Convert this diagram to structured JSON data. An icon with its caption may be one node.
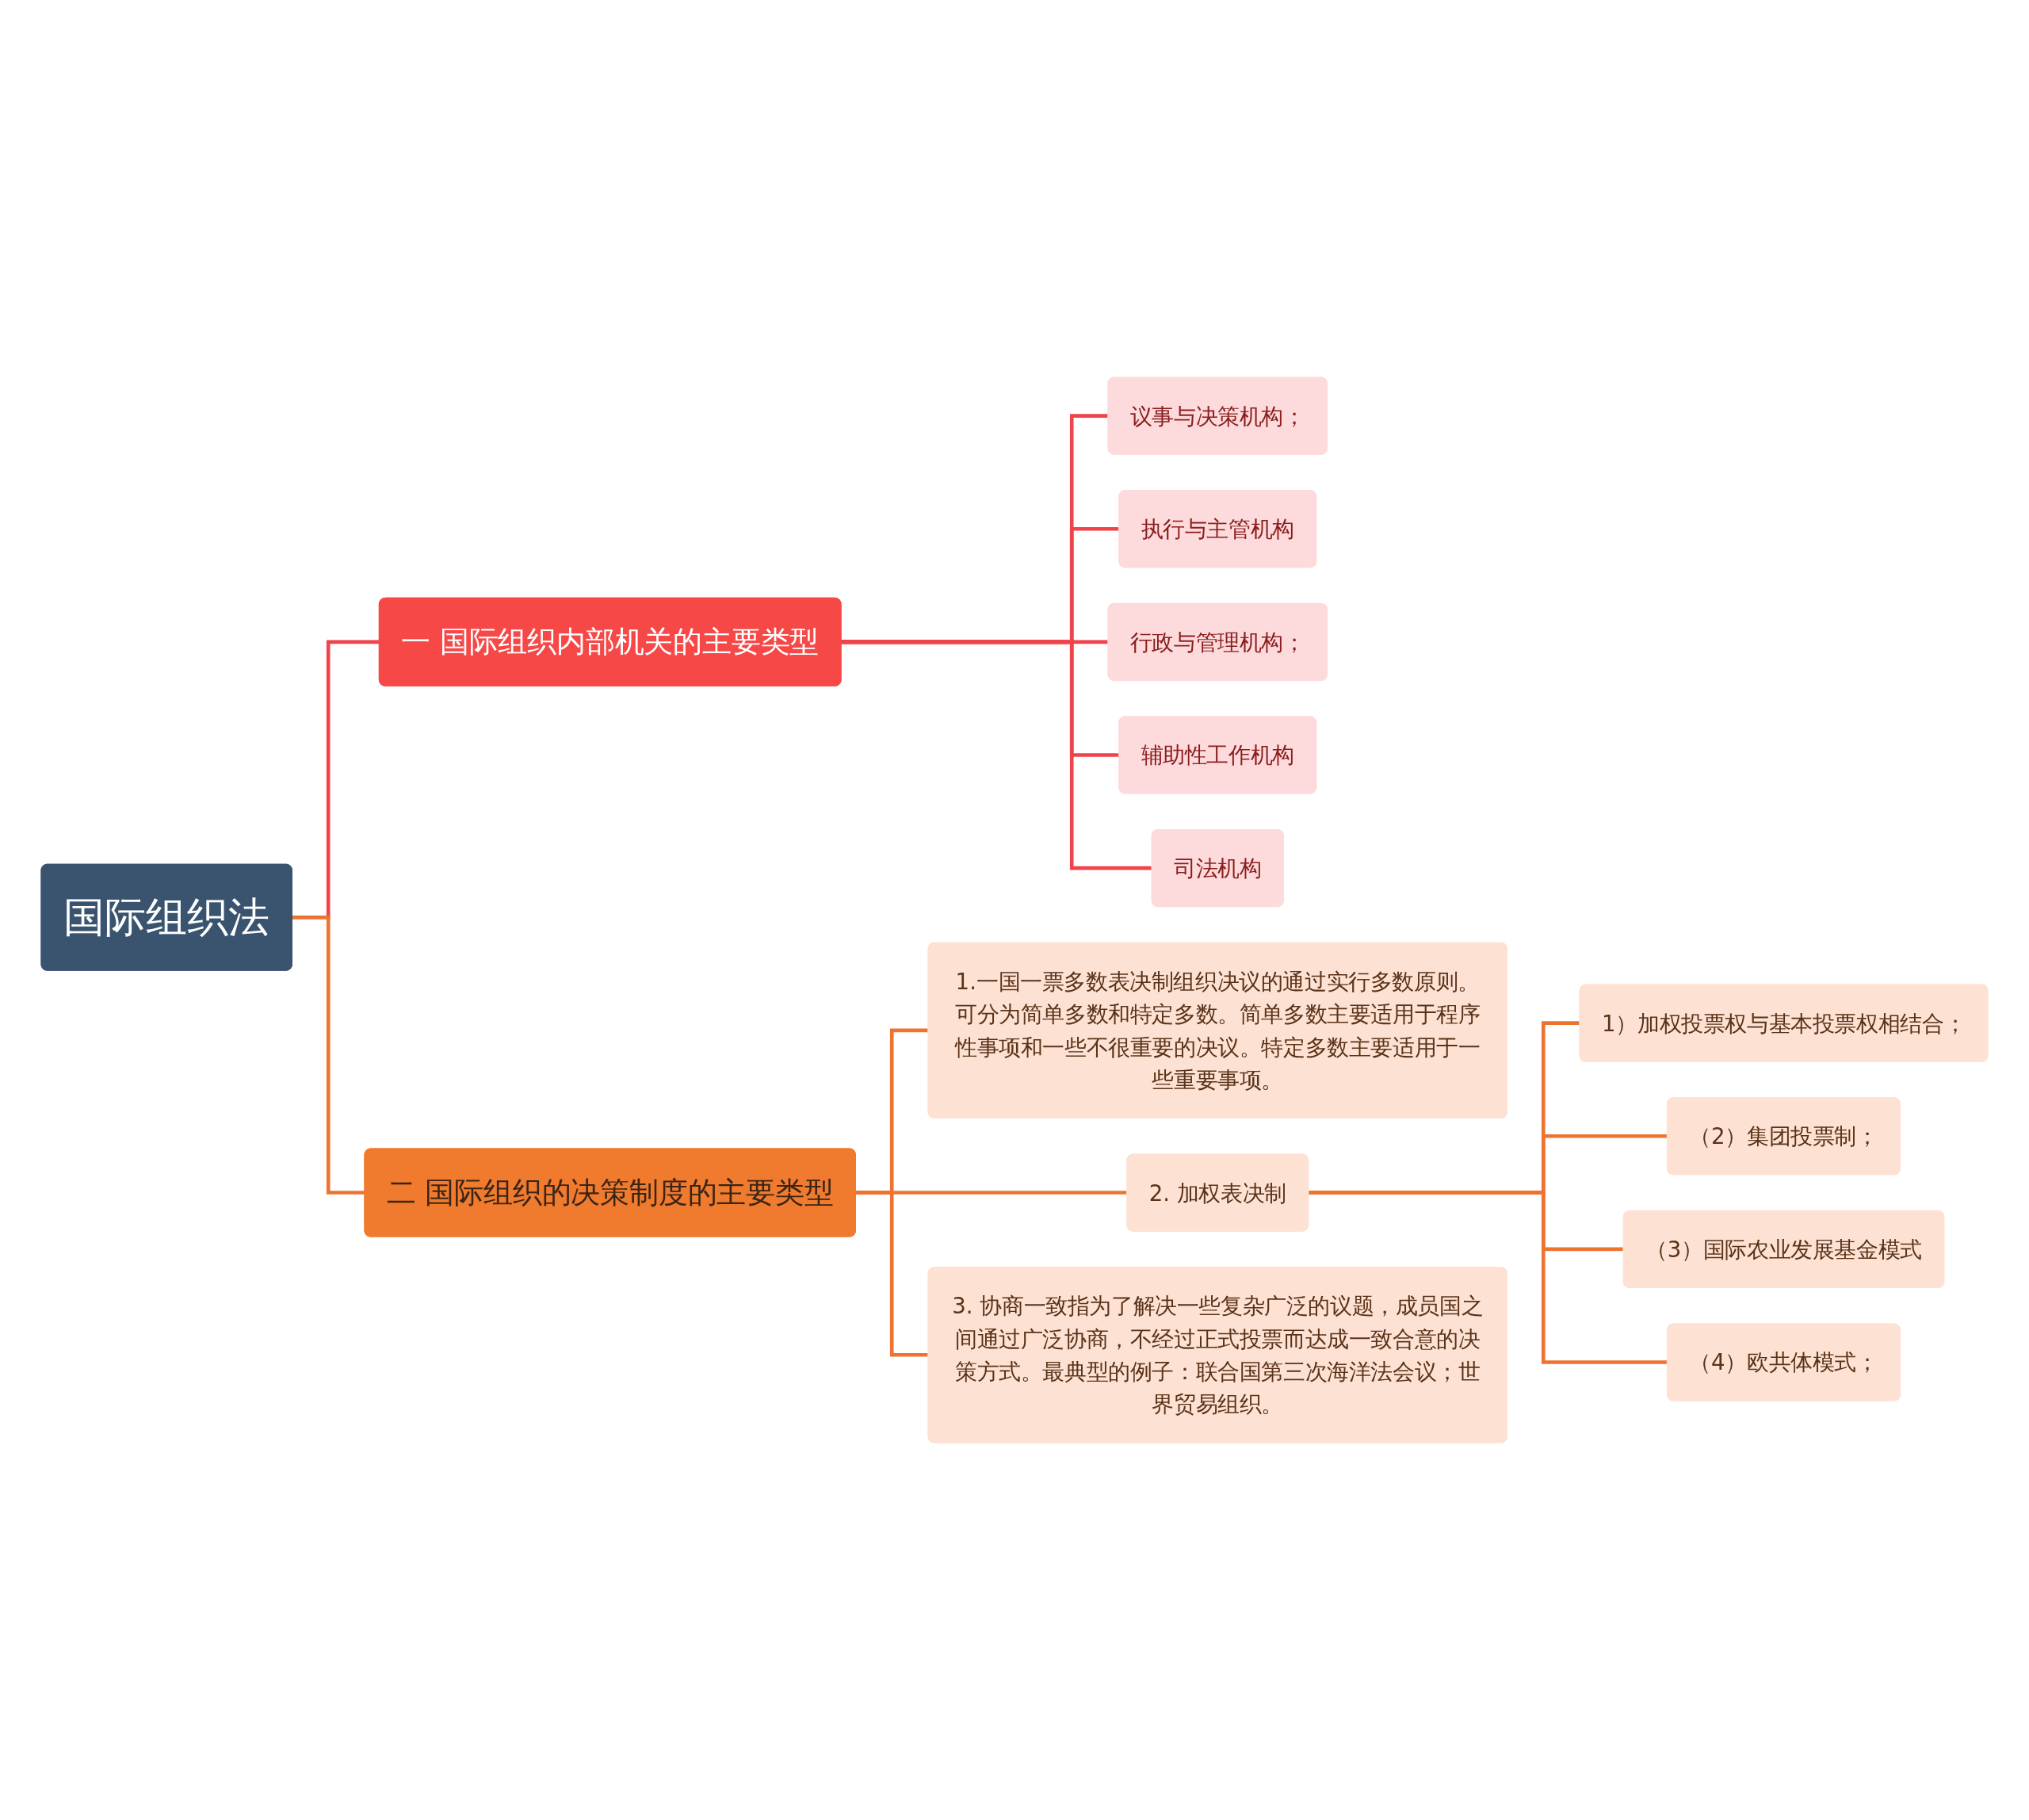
{
  "diagram": {
    "nodes": [
      {
        "text": [
          "国际组织法"
        ]
      },
      {
        "text": [
          "一 国际组织内部机关的主要类型"
        ]
      },
      {
        "text": [
          "议事与决策机构；"
        ]
      },
      {
        "text": [
          "执行与主管机构"
        ]
      },
      {
        "text": [
          "行政与管理机构；"
        ]
      },
      {
        "text": [
          "辅助性工作机构"
        ]
      },
      {
        "text": [
          "司法机构"
        ]
      },
      {
        "text": [
          "二 国际组织的决策制度的主要类型"
        ]
      },
      {
        "text": [
          "1.一国一票多数表决制组织决议的通过实行多数原则。可分为简单多数和特定多数。简单多数主要适用于程序性事项和一些不很重要的决议。特定多数主要适用于一些重要事项。"
        ]
      },
      {
        "text": [
          "2. 加权表决制"
        ]
      },
      {
        "text": [
          "1）加权投票权与基本投票权相结合；"
        ]
      },
      {
        "text": [
          "（2）集团投票制；"
        ]
      },
      {
        "text": [
          "（3）国际农业发展基金模式"
        ]
      },
      {
        "text": [
          "（4）欧共体模式；"
        ]
      },
      {
        "text": [
          "3. 协商一致指为了解决一些复杂广泛的议题，成员国之间通过广泛协商，不经过正式投票而达成一致合意的决策方式。最典型的例子：联合国第三次海洋法会议；世界贸易组织。"
        ]
      }
    ],
    "edges": [
      {
        "from": 0,
        "to": 1,
        "arrow": "none",
        "color": "#f0434a"
      },
      {
        "from": 1,
        "to": 2,
        "arrow": "none",
        "color": "#f0434a"
      },
      {
        "from": 1,
        "to": 3,
        "arrow": "none",
        "color": "#f0434a"
      },
      {
        "from": 1,
        "to": 4,
        "arrow": "none",
        "color": "#f0434a"
      },
      {
        "from": 1,
        "to": 5,
        "arrow": "none",
        "color": "#f0434a"
      },
      {
        "from": 1,
        "to": 6,
        "arrow": "none",
        "color": "#f0434a"
      },
      {
        "from": 0,
        "to": 7,
        "arrow": "none"
      },
      {
        "from": 7,
        "to": 8,
        "arrow": "none"
      },
      {
        "from": 7,
        "to": 9,
        "arrow": "none"
      },
      {
        "from": 9,
        "to": 10,
        "arrow": "none"
      },
      {
        "from": 9,
        "to": 11,
        "arrow": "none"
      },
      {
        "from": 9,
        "to": 12,
        "arrow": "none"
      },
      {
        "from": 9,
        "to": 13,
        "arrow": "none"
      },
      {
        "from": 7,
        "to": 14,
        "arrow": "none"
      }
    ]
  }
}
